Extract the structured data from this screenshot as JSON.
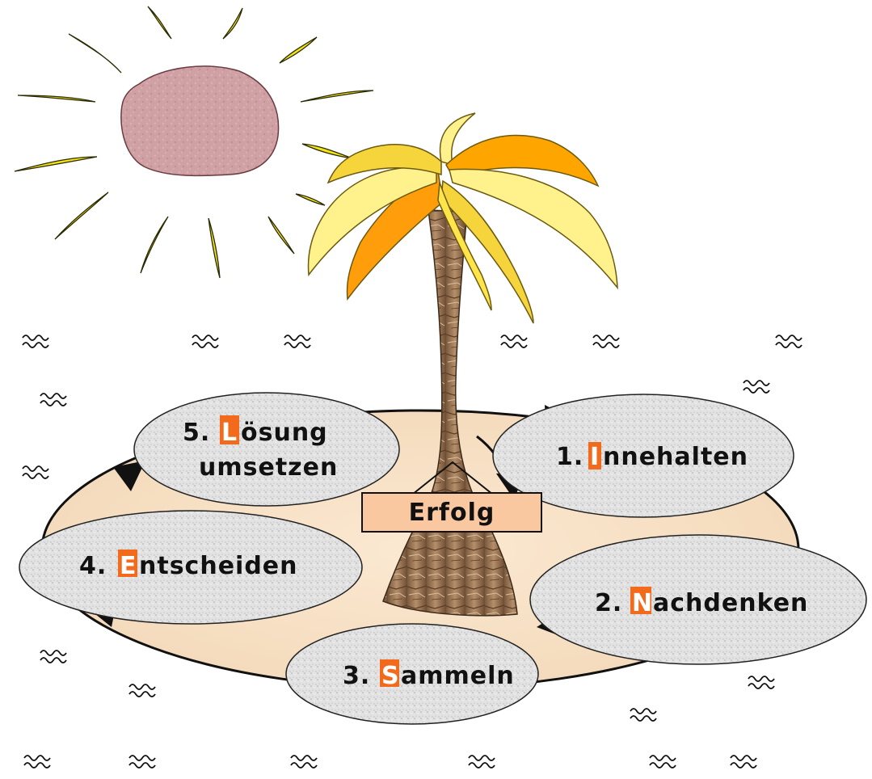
{
  "diagram": {
    "center_label": "Erfolg",
    "accent_color": "#f26b1d",
    "steps": [
      {
        "number": "1.",
        "initial": "I",
        "rest": "nnehalten",
        "line2": ""
      },
      {
        "number": "2.",
        "initial": "N",
        "rest": "achdenken",
        "line2": ""
      },
      {
        "number": "3.",
        "initial": "S",
        "rest": "ammeln",
        "line2": ""
      },
      {
        "number": "4.",
        "initial": "E",
        "rest": "ntscheiden",
        "line2": ""
      },
      {
        "number": "5.",
        "initial": "L",
        "rest": "ösung",
        "line2": "umsetzen"
      }
    ]
  },
  "icons": {
    "sun": "sun-icon",
    "palm": "palm-tree-icon",
    "waves": "waves-icon",
    "arrow": "cycle-arrow-icon"
  }
}
